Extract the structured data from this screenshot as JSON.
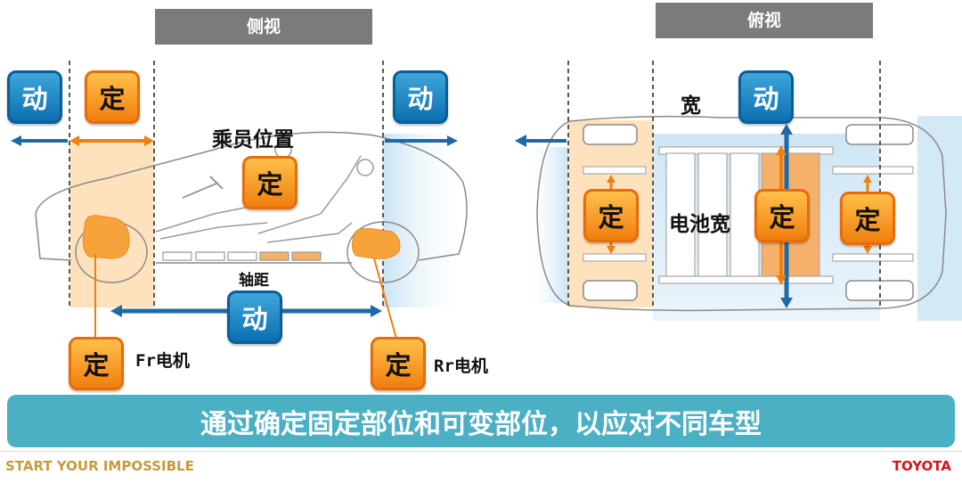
{
  "side_view": {
    "header": "侧视",
    "passenger_position": "乘员位置",
    "wheelbase": "轴距",
    "fr_motor": "Fr电机",
    "rr_motor": "Rr电机"
  },
  "top_view": {
    "header": "俯视",
    "width": "宽",
    "battery_width": "电池宽"
  },
  "labels": {
    "variable": "动",
    "fixed": "定"
  },
  "banner": "通过确定固定部位和可变部位，以应对不同车型",
  "footer": {
    "slogan": "START YOUR IMPOSSIBLE",
    "brand": "TOYOTA"
  },
  "colors": {
    "fixed_orange": "#f07f0f",
    "variable_blue": "#0b6fb0",
    "banner_teal": "#4bb0c4",
    "brand_red": "#d5151b",
    "slogan_gold": "#c69a3f"
  }
}
